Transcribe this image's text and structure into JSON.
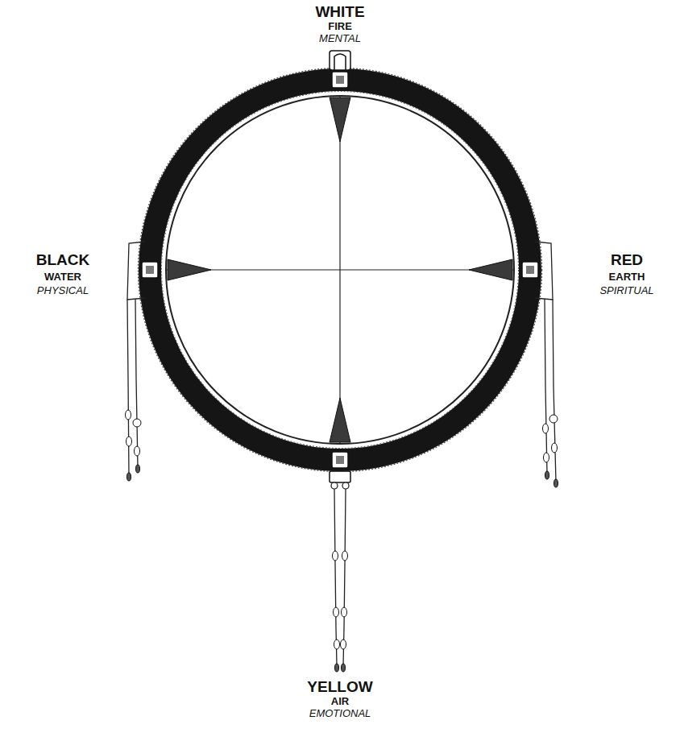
{
  "diagram": {
    "labels": [
      "WHITE",
      "FIRE",
      "MENTAL",
      "BLACK",
      "WATER",
      "PHYSICAL",
      "RED",
      "EARTH",
      "SPIRITUAL",
      "YELLOW",
      "AIR",
      "EMOTIONAL"
    ]
  }
}
